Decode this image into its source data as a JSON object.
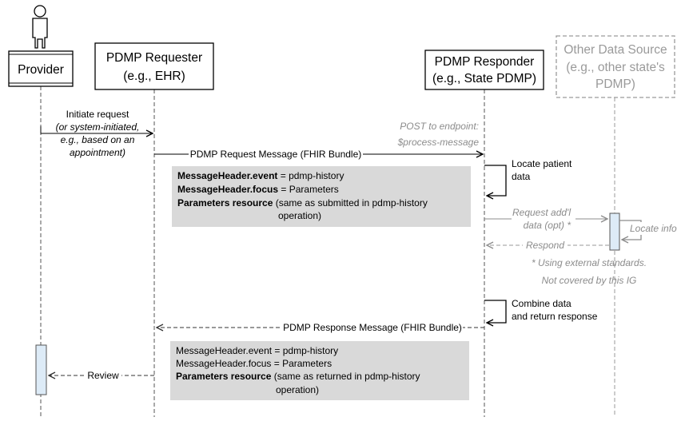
{
  "participants": {
    "provider": "Provider",
    "requester": [
      "PDMP Requester",
      "(e.g., EHR)"
    ],
    "responder": [
      "PDMP Responder",
      "(e.g., State PDMP)"
    ],
    "other": [
      "Other Data Source",
      "(e.g., other state's",
      "PDMP)"
    ]
  },
  "messages": {
    "initiate": "Initiate request",
    "initiate_note": [
      "(or system-initiated,",
      "e.g., based on an",
      "appointment)"
    ],
    "post": [
      "POST to endpoint:",
      "$process-message"
    ],
    "request_msg": "PDMP Request Message (FHIR Bundle)",
    "locate_patient": [
      "Locate patient",
      "data"
    ],
    "request_addl": [
      "Request add'l",
      "data (opt) *"
    ],
    "locate_info": "Locate info",
    "respond": "Respond",
    "external_note": [
      "* Using external standards.",
      "Not covered by this IG"
    ],
    "combine": [
      "Combine data",
      "and return response"
    ],
    "response_msg": "PDMP Response Message (FHIR Bundle)",
    "review": "Review"
  },
  "request_note": {
    "event_key": "MessageHeader.event",
    "event_val": " = pdmp-history",
    "focus_key": "MessageHeader.focus",
    "focus_val": " = Parameters",
    "params_key": "Parameters resource",
    "params_val": " (same as submitted in pdmp-history",
    "params_val2": "operation)"
  },
  "response_note": {
    "event": "MessageHeader.event = pdmp-history",
    "focus": "MessageHeader.focus = Parameters",
    "params_key": "Parameters resource",
    "params_val": " (same as returned in pdmp-history",
    "params_val2": "operation)"
  },
  "colors": {
    "note_fill": "#d9d9d9",
    "activation_fill": "#ddebf7",
    "grey_text": "#8c8c8c"
  }
}
